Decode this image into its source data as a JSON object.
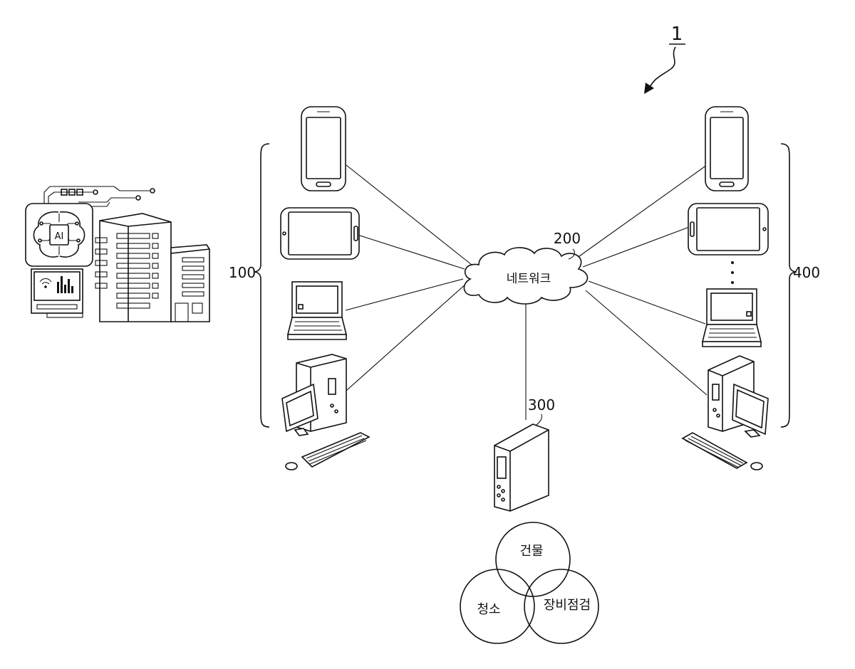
{
  "figure": {
    "system_label": "1",
    "user_group_label": "100",
    "network_label": "200",
    "network_text": "네트워크",
    "server_label": "300",
    "manager_group_label": "400",
    "ai_chip_text": "AI",
    "venn": {
      "top": "건물",
      "left": "청소",
      "right": "장비점검"
    }
  }
}
